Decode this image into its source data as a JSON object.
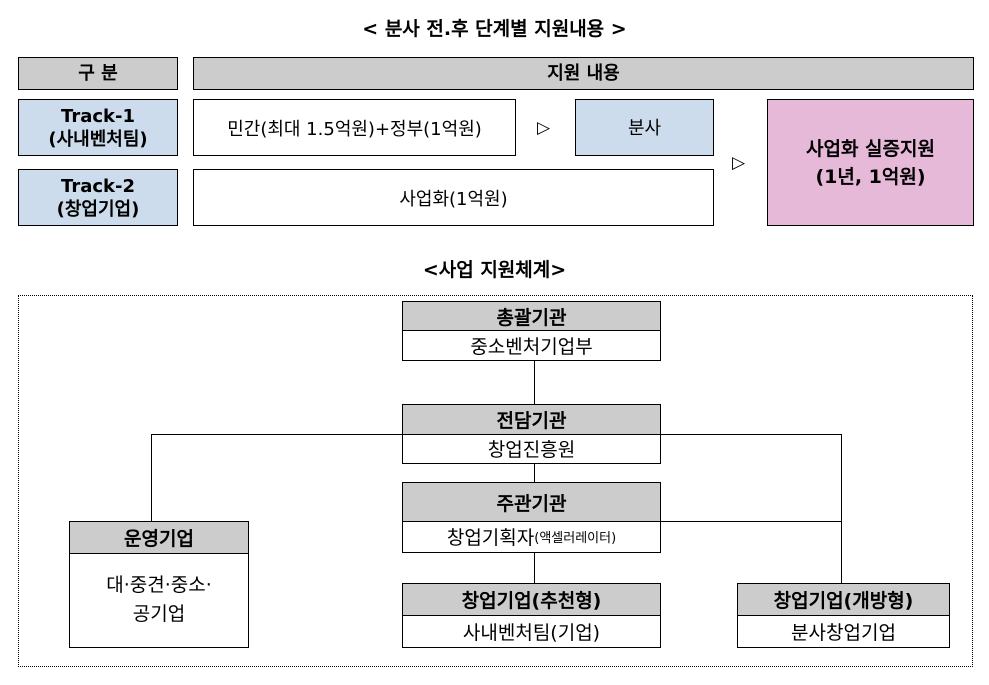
{
  "section1": {
    "title": "< 분사 전.후 단계별 지원내용 >",
    "header": {
      "category": "구 분",
      "content": "지원 내용"
    },
    "tracks": [
      {
        "name": "Track-1",
        "sub": "(사내벤처팀)",
        "stage1": "민간(최대  1.5억원)+정부(1억원)",
        "stage2": "분사"
      },
      {
        "name": "Track-2",
        "sub": "(창업기업)",
        "stage1": "사업화(1억원)"
      }
    ],
    "arrow_glyph": "▷",
    "final": {
      "line1": "사업화 실증지원",
      "line2": "(1년, 1억원)"
    },
    "colors": {
      "header": "#cccccc",
      "track": "#cddcec",
      "final": "#e7b9d9"
    }
  },
  "section2": {
    "title": "<사업 지원체계>",
    "nodes": {
      "general": {
        "role": "총괄기관",
        "name": "중소벤처기업부"
      },
      "dedicated": {
        "role": "전담기관",
        "name": "창업진흥원"
      },
      "host": {
        "role": "주관기관",
        "name": "창업기획자",
        "name_note": "(액셀러레이터)"
      },
      "operator": {
        "role": "운영기업",
        "name_line1": "대·중견·중소·",
        "name_line2": "공기업"
      },
      "recommended": {
        "role": "창업기업(추천형)",
        "name": "사내벤처팀(기업)"
      },
      "open": {
        "role": "창업기업(개방형)",
        "name": "분사창업기업"
      }
    }
  }
}
